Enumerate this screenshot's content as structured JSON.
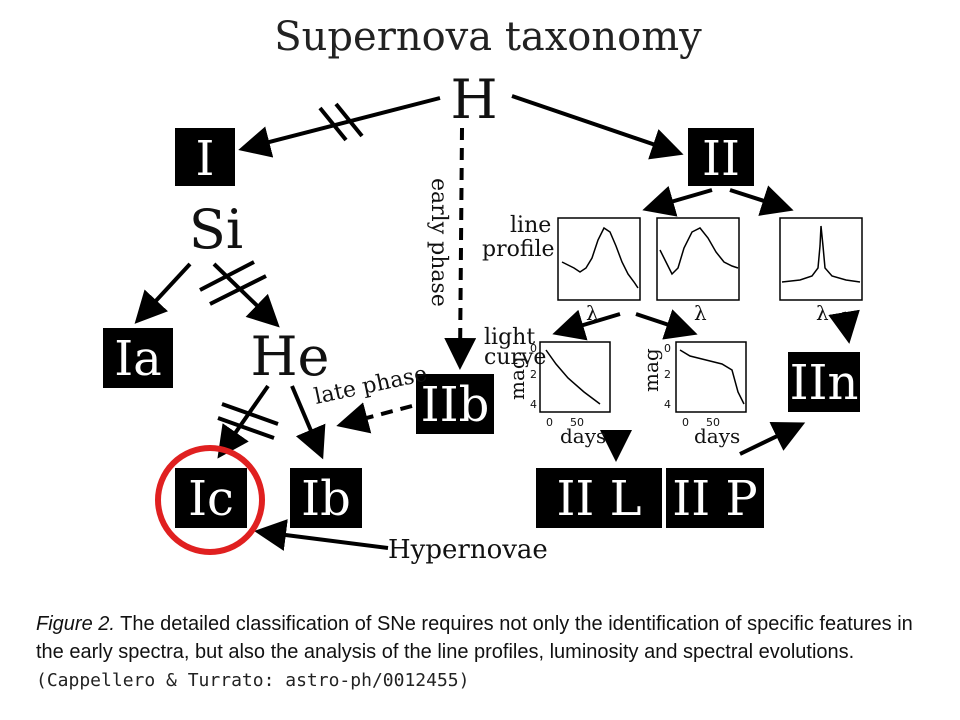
{
  "title": "Supernova taxonomy",
  "labels": {
    "H": "H",
    "Si": "Si",
    "He": "He",
    "early_phase": "early phase",
    "late_phase": "late phase",
    "line": "line",
    "profile": "profile",
    "light": "light",
    "curve": "curve",
    "lambda": "λ",
    "mag": "mag",
    "days": "days",
    "hypernovae": "Hypernovae"
  },
  "types": {
    "I": "I",
    "II": "II",
    "Ia": "Ia",
    "Ib": "Ib",
    "Ic": "Ic",
    "IIb": "IIb",
    "IIn": "IIn",
    "IIL": "II L",
    "IIP": "II P"
  },
  "ticks": {
    "mag_0": "0",
    "mag_2": "2",
    "mag_4": "4",
    "day_0": "0",
    "day_50": "50"
  },
  "caption": {
    "figure_label": "Figure 2.",
    "text": "The detailed classification of SNe requires not only the identification of specific features in the early spectra, but also the analysis of the line profiles, luminosity and spectral evolutions.",
    "citation": "(Cappellero & Turrato: astro-ph/0012455)"
  },
  "colors": {
    "box": "#000000",
    "box_text": "#ffffff",
    "highlight_circle": "#e02020",
    "arrows": "#000000"
  }
}
